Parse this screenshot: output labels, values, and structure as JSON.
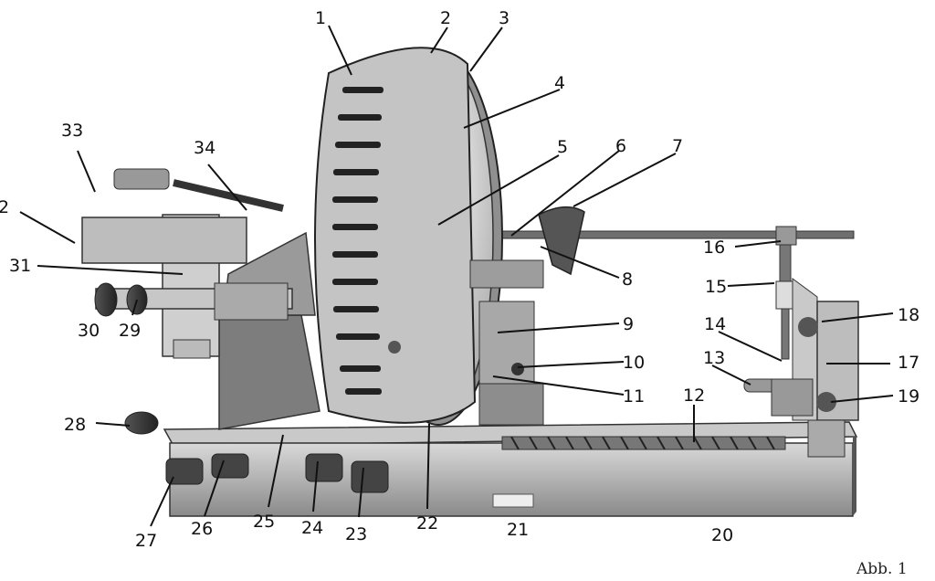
{
  "figure": {
    "caption": "Abb. 1",
    "callouts": [
      "1",
      "2",
      "3",
      "4",
      "5",
      "6",
      "7",
      "8",
      "9",
      "10",
      "11",
      "12",
      "13",
      "14",
      "15",
      "16",
      "17",
      "18",
      "19",
      "20",
      "21",
      "22",
      "23",
      "24",
      "25",
      "26",
      "27",
      "28",
      "29",
      "30",
      "31",
      "2",
      "33",
      "34"
    ]
  }
}
